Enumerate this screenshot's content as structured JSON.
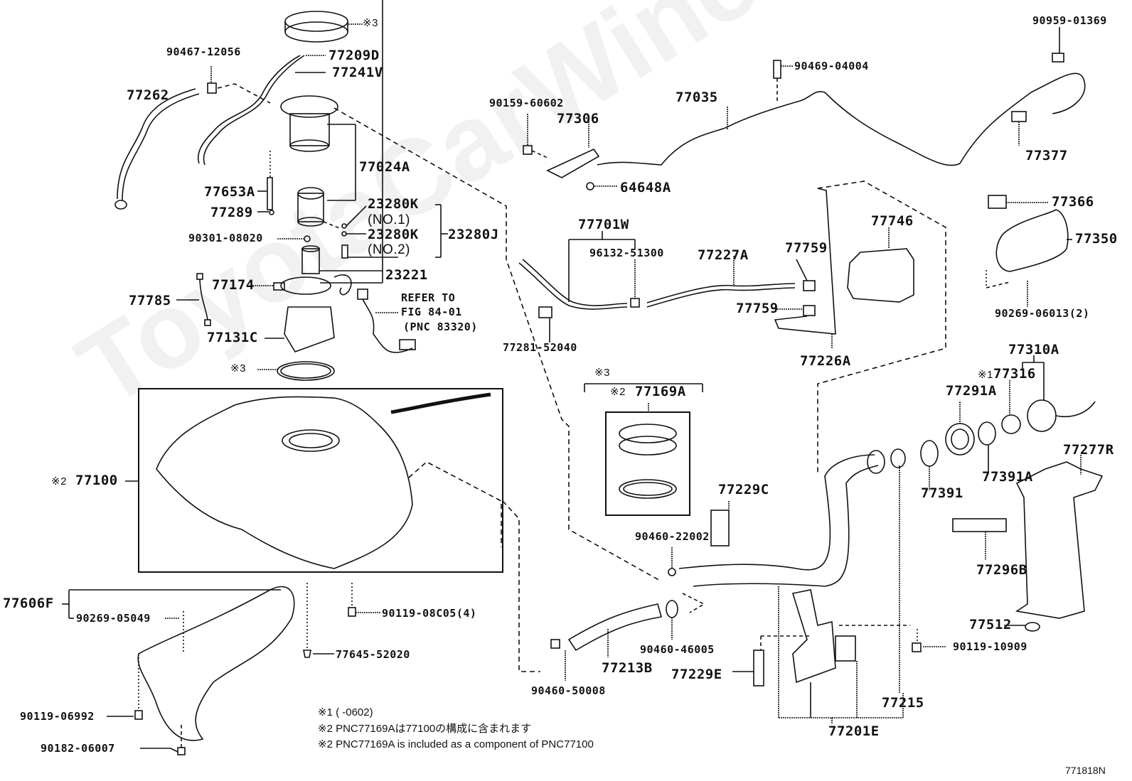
{
  "watermark": "ToyotaCarWiner.ru",
  "figure_id": "771818N",
  "labels": {
    "ring_top": "※3",
    "p90467_12056": "90467-12056",
    "p77209D": "77209D",
    "p77241V": "77241V",
    "p77262": "77262",
    "p77024A": "77024A",
    "p77653A": "77653A",
    "p77289": "77289",
    "p23280K_1": "23280K",
    "p23280K_1_sub": "(NO.1)",
    "p23280K_2": "23280K",
    "p23280K_2_sub": "(NO.2)",
    "p23280J": "23280J",
    "p90301_08020": "90301-08020",
    "p23221": "23221",
    "p77174": "77174",
    "p77785": "77785",
    "refer_1": "REFER TO",
    "refer_2": "FIG 84-01",
    "refer_3": "(PNC 83320)",
    "p77131C": "77131C",
    "gasket_mark": "※3",
    "p77100_mark": "※2",
    "p77100": "77100",
    "p77606F": "77606F",
    "p90269_05049": "90269-05049",
    "p90119_08C05": "90119-08C05(4)",
    "p77645_52020": "77645-52020",
    "p90119_06992": "90119-06992",
    "p90182_06007": "90182-06007",
    "p90159_60602": "90159-60602",
    "p77306": "77306",
    "p64648A": "64648A",
    "p77035": "77035",
    "p90469_04004": "90469-04004",
    "p90959_01369": "90959-01369",
    "p77377": "77377",
    "p77366": "77366",
    "p77350": "77350",
    "p90269_06013": "90269-06013(2)",
    "p77701W": "77701W",
    "p96132_51300": "96132-51300",
    "p77227A": "77227A",
    "p77759_a": "77759",
    "p77759_b": "77759",
    "p77746": "77746",
    "p77226A": "77226A",
    "p77281_52040": "77281-52040",
    "kit_mark": "※3",
    "p77169A_mark": "※2",
    "p77169A": "77169A",
    "p77229C": "77229C",
    "p90460_22002": "90460-22002",
    "p90460_46005": "90460-46005",
    "p77213B": "77213B",
    "p90460_50008": "90460-50008",
    "p77229E": "77229E",
    "p77201E": "77201E",
    "p77215": "77215",
    "p77310A": "77310A",
    "p77316_mark": "※1",
    "p77316": "77316",
    "p77291A": "77291A",
    "p77391A": "77391A",
    "p77391": "77391",
    "p77277R": "77277R",
    "p77296B": "77296B",
    "p77512": "77512",
    "p90119_10909": "90119-10909"
  },
  "notes": [
    "※1 (      -0602)",
    "※2  PNC77169Aは77100の構成に含まれます",
    "※2  PNC77169A is included as a component of PNC77100"
  ]
}
